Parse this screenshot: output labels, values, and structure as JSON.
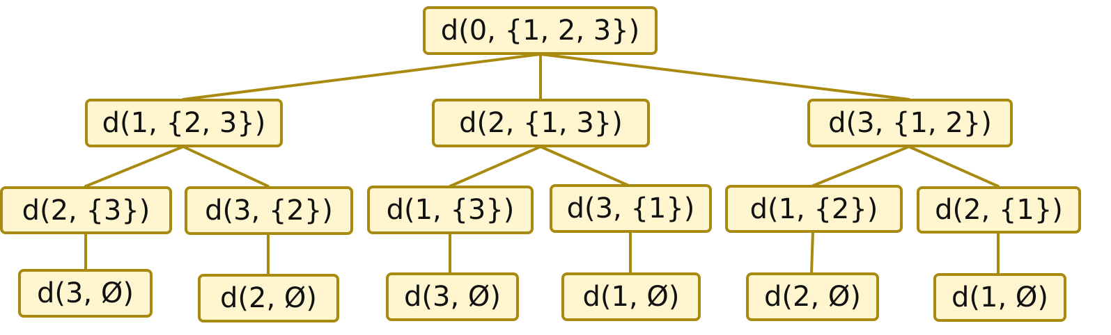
{
  "colors": {
    "node_fill": "#fff5cf",
    "node_border": "#a98a10",
    "edge": "#a98a10",
    "text": "#111111"
  },
  "tree": {
    "root": {
      "label": "d(0, {1, 2, 3})"
    },
    "level1": [
      {
        "label": "d(1, {2, 3})"
      },
      {
        "label": "d(2, {1, 3})"
      },
      {
        "label": "d(3, {1, 2})"
      }
    ],
    "level2": [
      {
        "label": "d(2, {3})"
      },
      {
        "label": "d(3, {2})"
      },
      {
        "label": "d(1, {3})"
      },
      {
        "label": "d(3, {1})"
      },
      {
        "label": "d(1, {2})"
      },
      {
        "label": "d(2, {1})"
      }
    ],
    "level3": [
      {
        "label": "d(3, Ø)"
      },
      {
        "label": "d(2, Ø)"
      },
      {
        "label": "d(3, Ø)"
      },
      {
        "label": "d(1, Ø)"
      },
      {
        "label": "d(2, Ø)"
      },
      {
        "label": "d(1, Ø)"
      }
    ]
  }
}
